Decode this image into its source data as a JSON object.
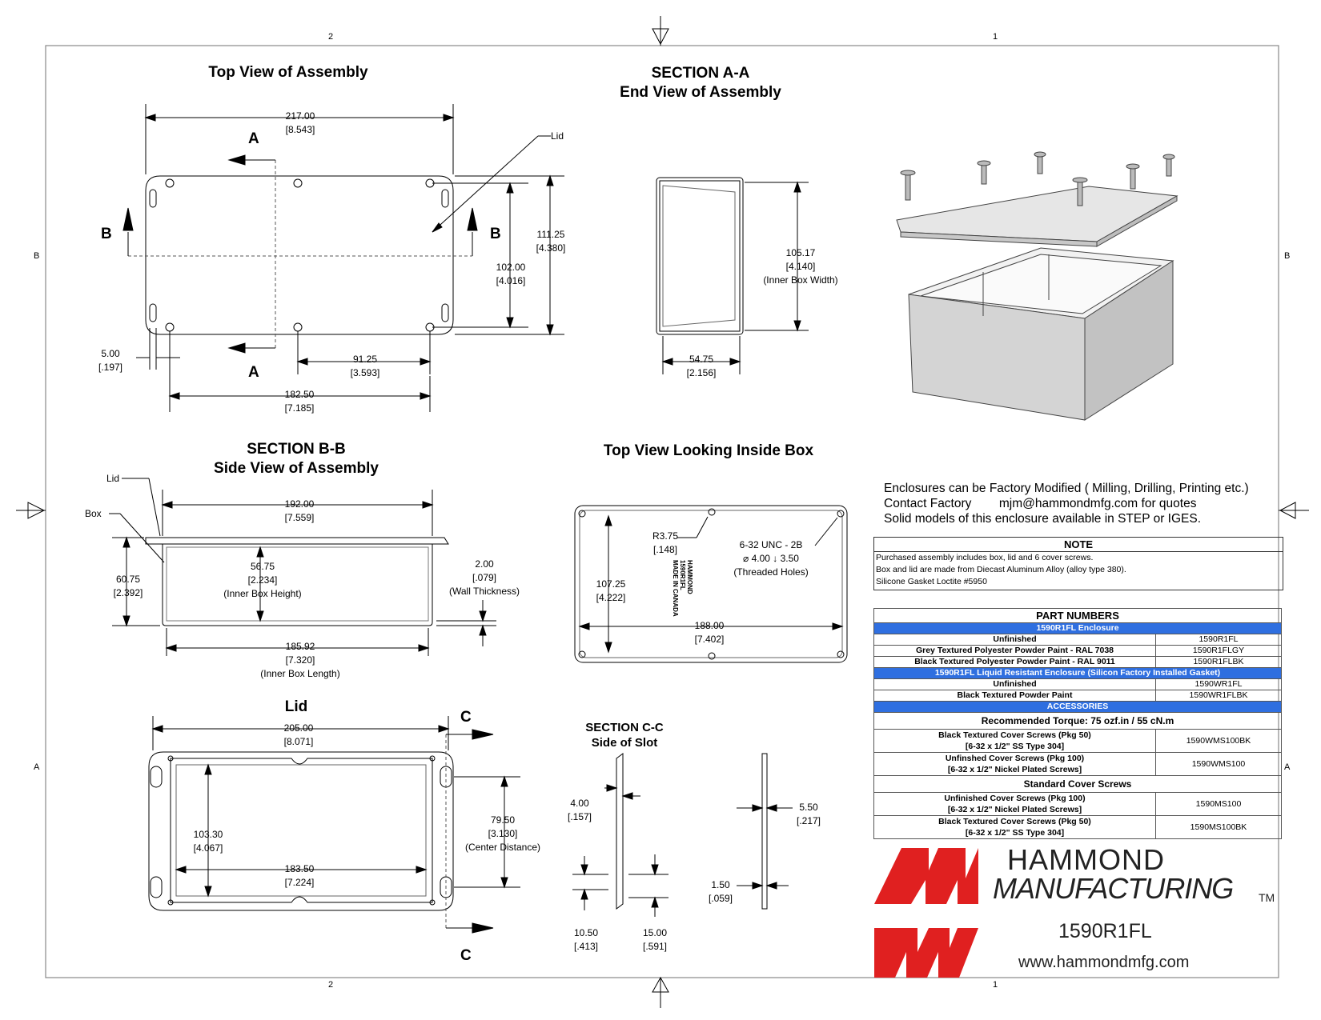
{
  "border_zones": {
    "col_left": "2",
    "col_right": "1",
    "row_top": "B",
    "row_bottom": "A"
  },
  "views": {
    "top_view": {
      "title": "Top View of Assembly",
      "section_letter_a": "A",
      "section_letter_b": "B",
      "lid_label": "Lid",
      "dims": {
        "overall_len": "217.00",
        "overall_len_in": "[8.543]",
        "overall_w": "111.25",
        "overall_w_in": "[4.380]",
        "hole_w": "102.00",
        "hole_w_in": "[4.016]",
        "edge": "5.00",
        "edge_in": "[.197]",
        "half": "91.25",
        "half_in": "[3.593]",
        "hole_len": "182.50",
        "hole_len_in": "[7.185]"
      }
    },
    "section_aa": {
      "title_line1": "SECTION A-A",
      "title_line2": "End View of Assembly",
      "dims": {
        "inner_w": "105.17",
        "inner_w_in": "[4.140]",
        "inner_w_note": "(Inner Box Width)",
        "depth": "54.75",
        "depth_in": "[2.156]"
      }
    },
    "section_bb": {
      "title_line1": "SECTION B-B",
      "title_line2": "Side View of Assembly",
      "lid_label": "Lid",
      "box_label": "Box",
      "dims": {
        "len": "192.00",
        "len_in": "[7.559]",
        "inner_h": "56.75",
        "inner_h_in": "[2.234]",
        "inner_h_note": "(Inner Box Height)",
        "h": "60.75",
        "h_in": "[2.392]",
        "wall": "2.00",
        "wall_in": "[.079]",
        "wall_note": "(Wall Thickness)",
        "inner_len": "185.92",
        "inner_len_in": "[7.320]",
        "inner_len_note": "(Inner Box Length)"
      }
    },
    "inside_view": {
      "title": "Top View Looking Inside Box",
      "dims": {
        "radius": "R3.75",
        "radius_in": "[.148]",
        "thread": "6-32 UNC - 2B",
        "thread_depth": "⌀ 4.00 ↓ 3.50",
        "thread_note": "(Threaded Holes)",
        "w": "107.25",
        "w_in": "[4.222]",
        "len": "188.00",
        "len_in": "[7.402]"
      },
      "stamp": [
        "HAMMOND",
        "1590R1FL",
        "MADE IN CANADA"
      ]
    },
    "lid_view": {
      "title": "Lid",
      "section_letter": "C",
      "dims": {
        "len": "205.00",
        "len_in": "[8.071]",
        "w": "103.30",
        "w_in": "[4.067]",
        "inner_len": "183.50",
        "inner_len_in": "[7.224]",
        "center": "79.50",
        "center_in": "[3.130]",
        "center_note": "(Center Distance)"
      }
    },
    "section_cc": {
      "title_line1": "SECTION  C-C",
      "title_line2": "Side  of Slot",
      "dims": {
        "a": "4.00",
        "a_in": "[.157]",
        "b": "10.50",
        "b_in": "[.413]",
        "c": "15.00",
        "c_in": "[.591]",
        "d": "5.50",
        "d_in": "[.217]",
        "e": "1.50",
        "e_in": "[.059]"
      }
    }
  },
  "info": {
    "line1": "Enclosures can be Factory Modified ( Milling, Drilling, Printing etc.)",
    "line2_a": "Contact Factory",
    "line2_b": "mjm@hammondmfg.com for quotes",
    "line3": "Solid models of this enclosure available in STEP or IGES."
  },
  "note": {
    "header": "NOTE",
    "lines": [
      "Purchased assembly includes box, lid and 6 cover screws.",
      "Box and lid are made from Diecast Aluminum Alloy (alloy type 380).",
      "Silicone Gasket Loctite #5950"
    ]
  },
  "parts": {
    "header": "PART NUMBERS",
    "group1": "1590R1FL Enclosure",
    "rows1": [
      [
        "Unfinished",
        "1590R1FL"
      ],
      [
        "Grey Textured Polyester Powder Paint - RAL 7038",
        "1590R1FLGY"
      ],
      [
        "Black Textured Polyester Powder Paint - RAL 9011",
        "1590R1FLBK"
      ]
    ],
    "group2": "1590R1FL Liquid Resistant Enclosure (Silicon Factory Installed Gasket)",
    "rows2": [
      [
        "Unfinished",
        "1590WR1FL"
      ],
      [
        "Black Textured Powder Paint",
        "1590WR1FLBK"
      ]
    ],
    "group3": "ACCESSORIES",
    "torque": "Recommended Torque: 75 ozf.in / 55 cN.m",
    "rows3": [
      [
        "Black Textured Cover Screws (Pkg 50)",
        "[6-32 x 1/2\" SS Type 304]",
        "1590WMS100BK"
      ],
      [
        "Unfinshed Cover Screws (Pkg 100)",
        "[6-32 x 1/2\" Nickel Plated Screws]",
        "1590WMS100"
      ]
    ],
    "std": "Standard Cover Screws",
    "rows4": [
      [
        "Unfinished Cover Screws (Pkg 100)",
        "[6-32 x 1/2\" Nickel Plated Screws]",
        "1590MS100"
      ],
      [
        "Black Textured Cover Screws (Pkg 50)",
        "[6-32 x 1/2\" SS Type 304]",
        "1590MS100BK"
      ]
    ]
  },
  "logo": {
    "line1": "HAMMOND",
    "line2": "MANUFACTURING",
    "tm": "TM",
    "part": "1590R1FL",
    "url": "www.hammondmfg.com",
    "color": "#e02020"
  }
}
